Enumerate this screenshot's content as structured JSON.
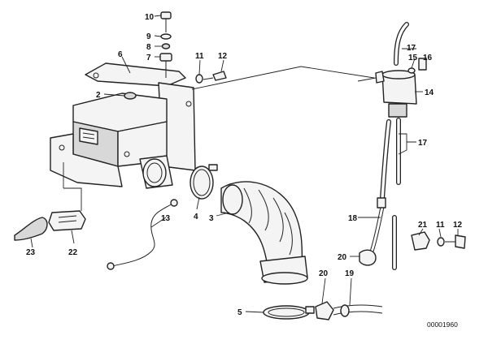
{
  "callouts": [
    {
      "label": "10"
    },
    {
      "label": "9"
    },
    {
      "label": "8"
    },
    {
      "label": "7"
    },
    {
      "label": "6"
    },
    {
      "label": "11"
    },
    {
      "label": "12"
    },
    {
      "label": "2"
    },
    {
      "label": "17"
    },
    {
      "label": "15"
    },
    {
      "label": "16"
    },
    {
      "label": "14"
    },
    {
      "label": "17"
    },
    {
      "label": "13"
    },
    {
      "label": "4"
    },
    {
      "label": "3"
    },
    {
      "label": "18"
    },
    {
      "label": "21"
    },
    {
      "label": "11"
    },
    {
      "label": "12"
    },
    {
      "label": "23"
    },
    {
      "label": "22"
    },
    {
      "label": "20"
    },
    {
      "label": "20"
    },
    {
      "label": "19"
    },
    {
      "label": "5"
    }
  ],
  "drawing_number": "00001960"
}
